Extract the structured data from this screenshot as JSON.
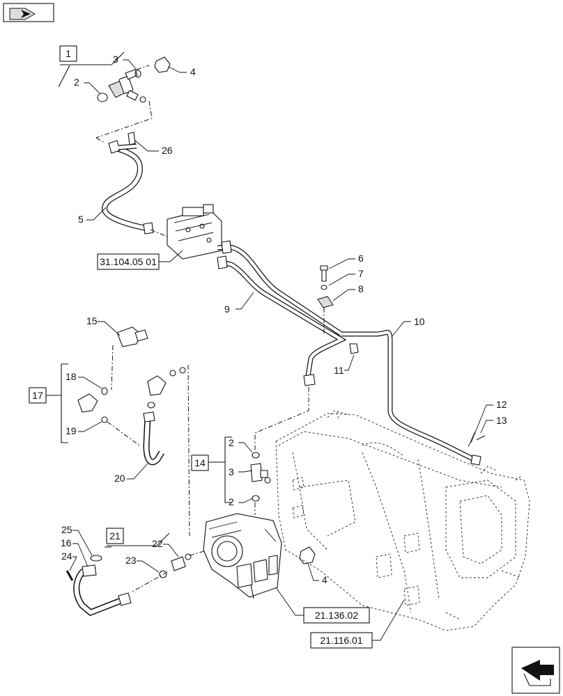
{
  "callouts": {
    "c1": "1",
    "c2a": "2",
    "c3a": "3",
    "c4a": "4",
    "c5": "5",
    "c26": "26",
    "c6": "6",
    "c7": "7",
    "c8": "8",
    "c9": "9",
    "c10": "10",
    "c11": "11",
    "c12": "12",
    "c13": "13",
    "c14": "14",
    "c2b": "2",
    "c3b": "3",
    "c2c": "2",
    "c15": "15",
    "c17": "17",
    "c18": "18",
    "c19": "19",
    "c20": "20",
    "c21": "21",
    "c22": "22",
    "c23": "23",
    "c25": "25",
    "c16": "16",
    "c24": "24",
    "c4b": "4"
  },
  "references": {
    "r1": "31.104.05 01",
    "r2": "21.136.02",
    "r3": "21.116.01"
  },
  "nav": {
    "top_icon": "book-arrow-icon",
    "bottom_icon": "next-page-arrow-icon"
  }
}
